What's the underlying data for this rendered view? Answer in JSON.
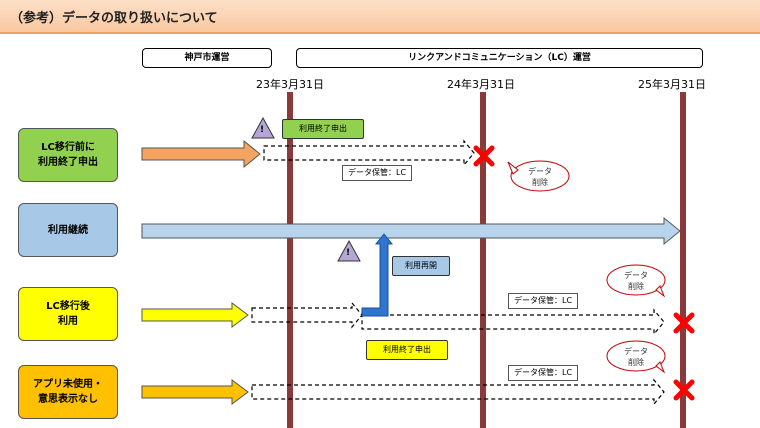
{
  "title": "（参考）データの取り扱いについて",
  "headers": {
    "kobe": "神戸市運営",
    "lc": "リンクアンドコミュニケーション（LC）運営"
  },
  "dates": [
    "23年3月31日",
    "24年3月31日",
    "25年3月31日"
  ],
  "rows": [
    {
      "label_line1": "LC移行前に",
      "label_line2": "利用終了申出"
    },
    {
      "label_line1": "利用継続",
      "label_line2": ""
    },
    {
      "label_line1": "LC移行後",
      "label_line2": "利用"
    },
    {
      "label_line1": "アプリ未使用・",
      "label_line2": "意思表示なし"
    }
  ],
  "tags": {
    "end_request": "利用終了申出",
    "resume": "利用再開"
  },
  "storage_label": "データ保管：LC",
  "bubble": {
    "line1": "データ",
    "line2": "削除"
  },
  "warning_mark": "!",
  "colors": {
    "row1": "#92d050",
    "row2": "#a8c8e8",
    "row3": "#ffff00",
    "row4": "#ffc000",
    "timeline": "#8b3a3a",
    "delete": "#ff0000",
    "arrow_orange": "#f4a460",
    "arrow_blue": "#b8d4ec"
  }
}
